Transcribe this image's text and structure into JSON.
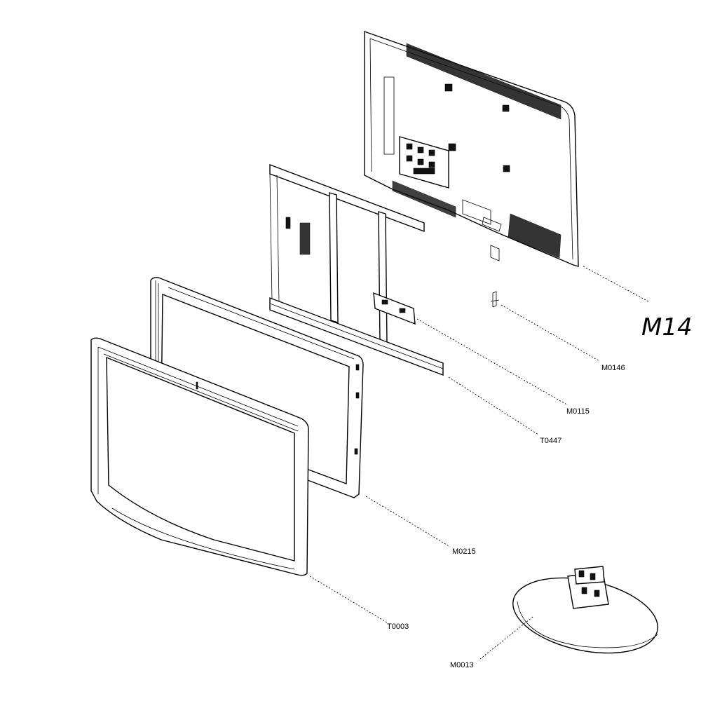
{
  "diagram": {
    "model_note": "M14",
    "parts": [
      {
        "id": "back-cover",
        "label": "M14"
      },
      {
        "id": "screw",
        "label": "M0146"
      },
      {
        "id": "bracket",
        "label": "M0115"
      },
      {
        "id": "frame-bar",
        "label": "T0447"
      },
      {
        "id": "panel-frame",
        "label": "M0215"
      },
      {
        "id": "front-bezel",
        "label": "T0003"
      },
      {
        "id": "stand",
        "label": "M0013"
      }
    ]
  }
}
